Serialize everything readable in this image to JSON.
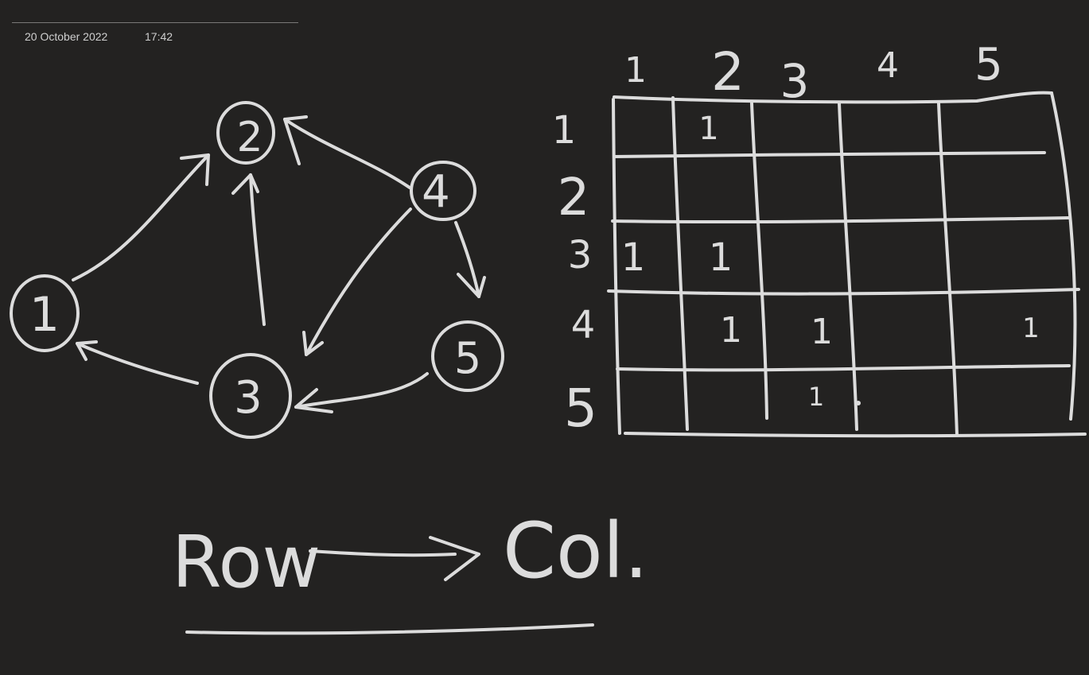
{
  "page": {
    "date": "20 October 2022",
    "time": "17:42"
  },
  "ink": {
    "graph": {
      "nodes": [
        {
          "id": "1",
          "label": "1"
        },
        {
          "id": "2",
          "label": "2"
        },
        {
          "id": "3",
          "label": "3"
        },
        {
          "id": "4",
          "label": "4"
        },
        {
          "id": "5",
          "label": "5"
        }
      ],
      "edges": [
        {
          "from": "1",
          "to": "2"
        },
        {
          "from": "3",
          "to": "2"
        },
        {
          "from": "3",
          "to": "1"
        },
        {
          "from": "4",
          "to": "2"
        },
        {
          "from": "4",
          "to": "3"
        },
        {
          "from": "4",
          "to": "5"
        },
        {
          "from": "5",
          "to": "3"
        }
      ]
    },
    "matrix": {
      "col_headers": [
        "1",
        "2",
        "3",
        "4",
        "5"
      ],
      "row_headers": [
        "1",
        "2",
        "3",
        "4",
        "5"
      ],
      "cells": [
        [
          "",
          "1",
          "",
          "",
          ""
        ],
        [
          "",
          "",
          "",
          "",
          ""
        ],
        [
          "1",
          "1",
          "",
          "",
          ""
        ],
        [
          "",
          "1",
          "1",
          "",
          "1"
        ],
        [
          "",
          "",
          "1",
          "",
          ""
        ]
      ]
    },
    "note": {
      "left": "Row",
      "right": "Col."
    }
  }
}
